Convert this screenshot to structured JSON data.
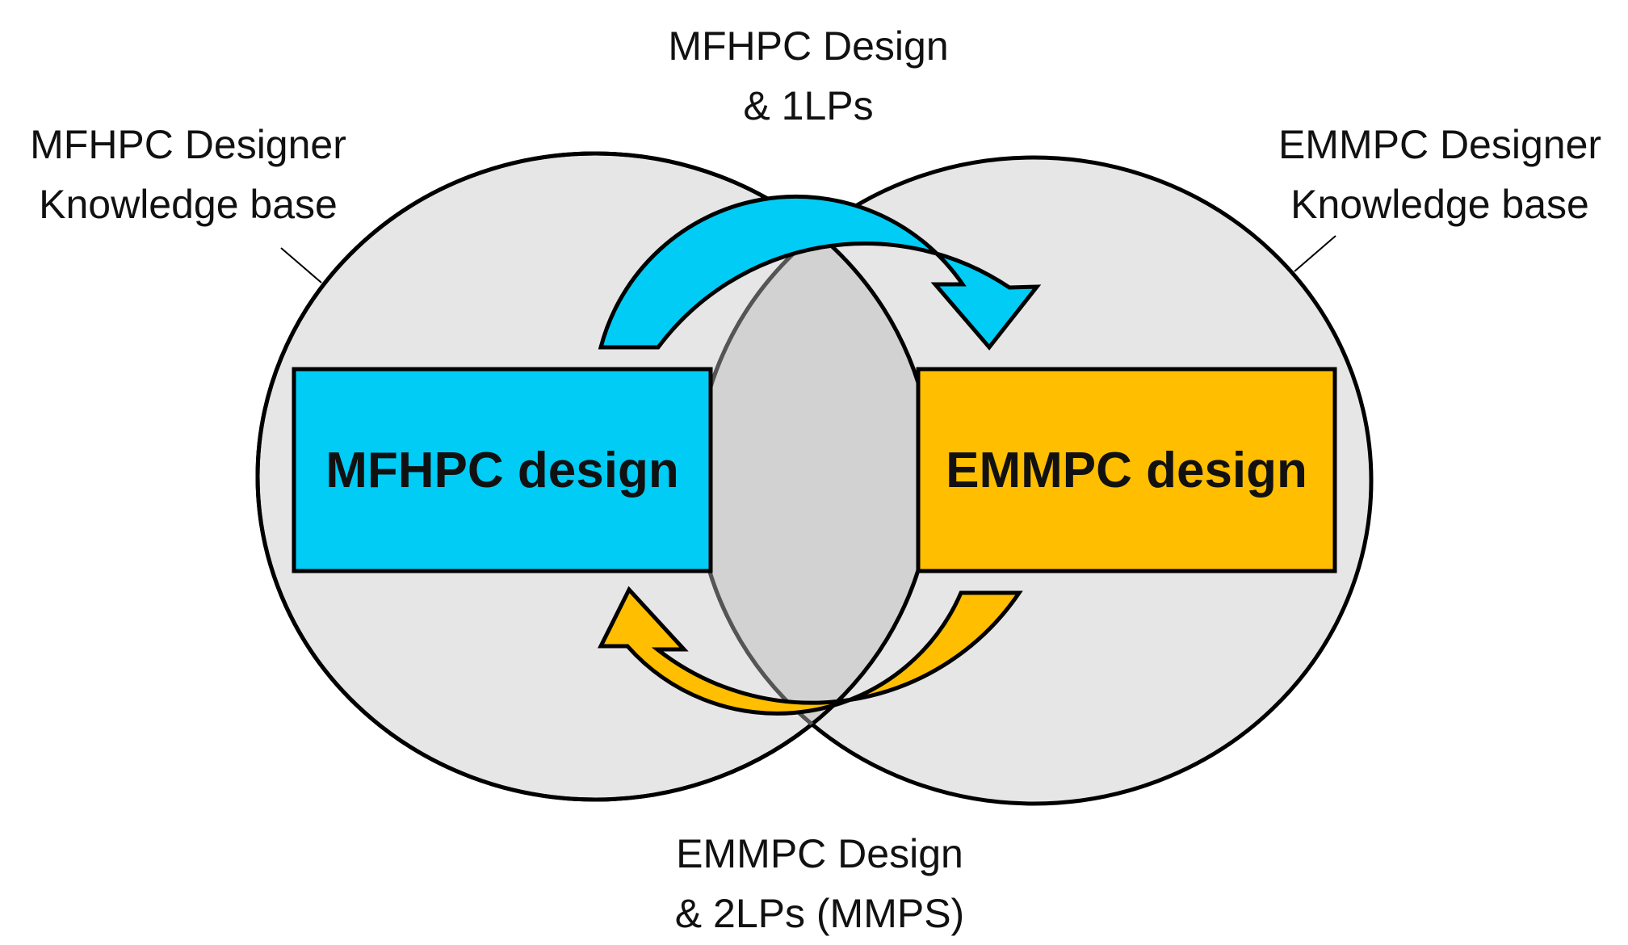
{
  "diagram": {
    "left_knowledge_base": {
      "line1": "MFHPC Designer",
      "line2": "Knowledge base"
    },
    "right_knowledge_base": {
      "line1": "EMMPC Designer",
      "line2": "Knowledge base"
    },
    "left_box": {
      "label": "MFHPC design",
      "color": "#00CCF5"
    },
    "right_box": {
      "label": "EMMPC design",
      "color": "#FFBE00"
    },
    "top_flow": {
      "line1": "MFHPC Design",
      "line2": "& 1LPs",
      "color": "#00CCF5"
    },
    "bottom_flow": {
      "line1": "EMMPC Design",
      "line2": "& 2LPs (MMPS)",
      "color": "#FFBE00"
    },
    "circle_fill": "#E6E6E6",
    "overlap_fill": "#D2D2D2"
  }
}
